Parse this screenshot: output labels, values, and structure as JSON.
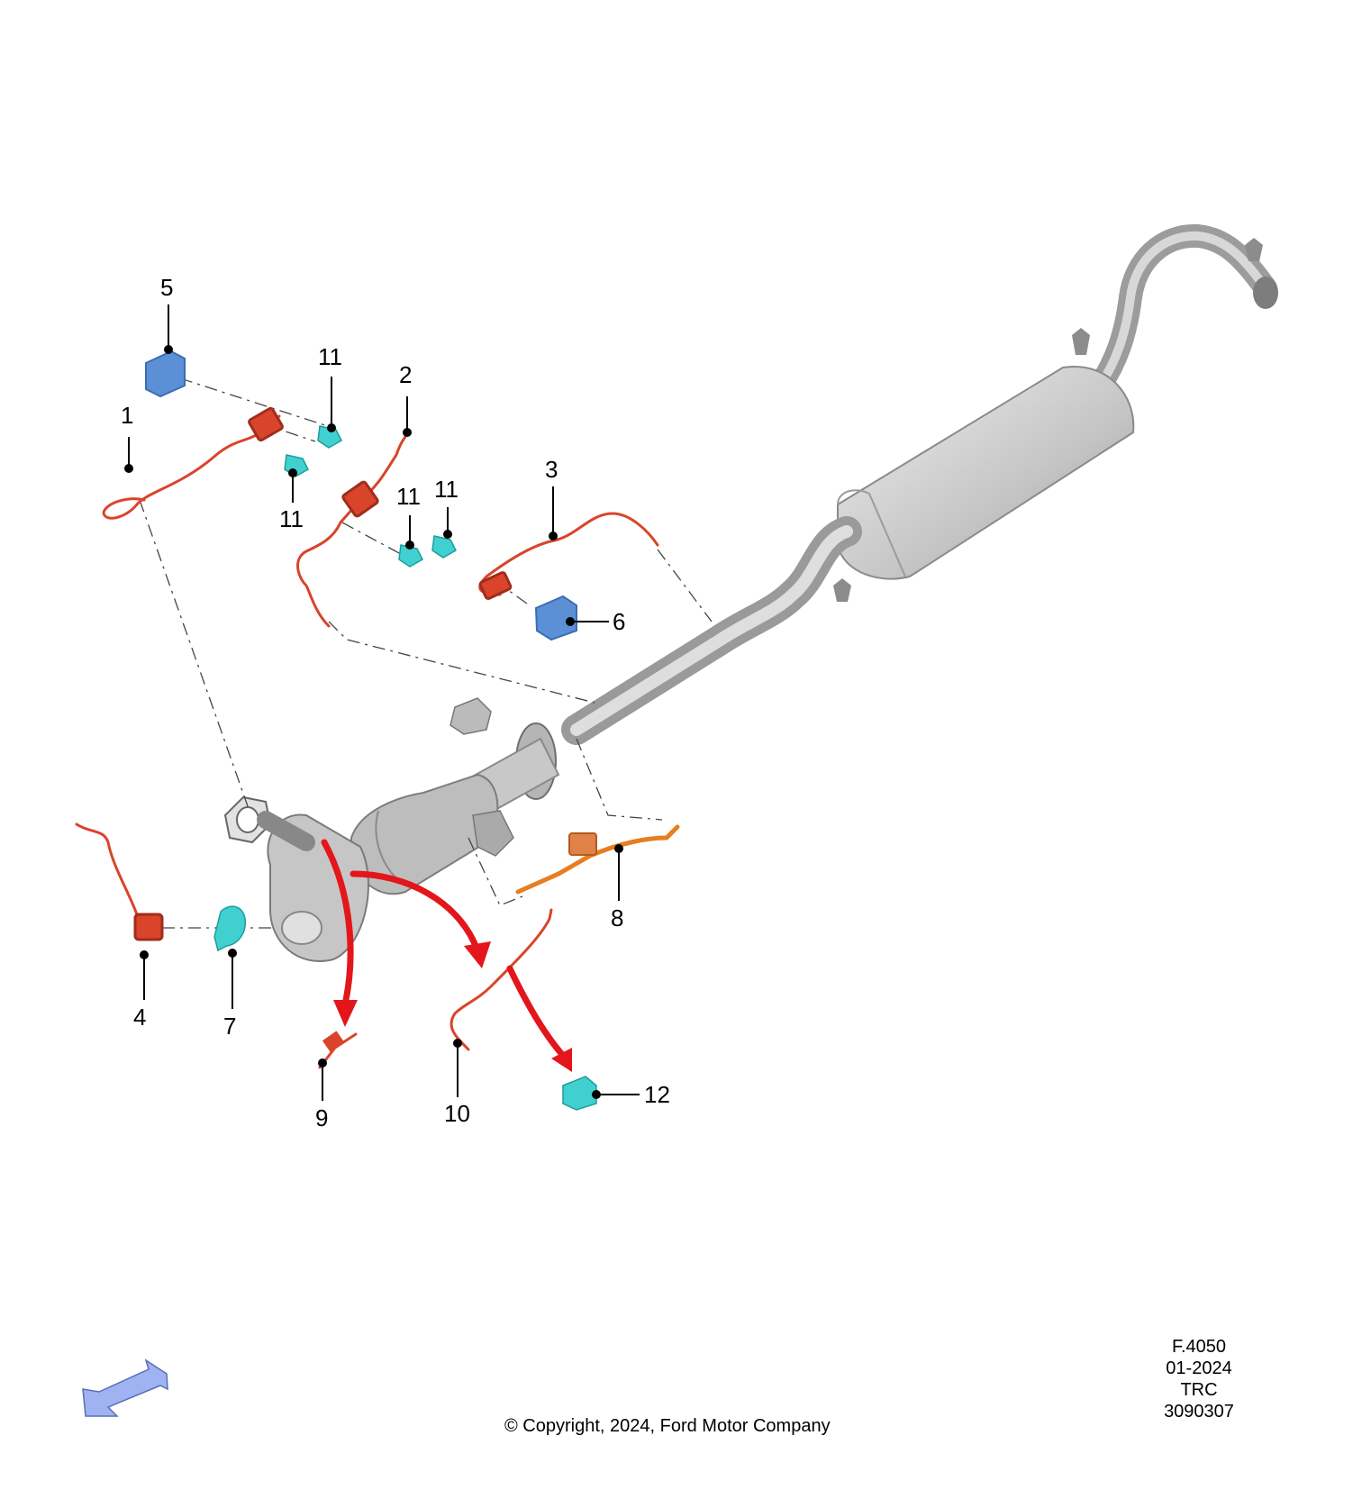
{
  "diagram": {
    "callouts": [
      {
        "id": "1",
        "label": "1"
      },
      {
        "id": "2",
        "label": "2"
      },
      {
        "id": "3",
        "label": "3"
      },
      {
        "id": "4",
        "label": "4"
      },
      {
        "id": "5",
        "label": "5"
      },
      {
        "id": "6",
        "label": "6"
      },
      {
        "id": "7",
        "label": "7"
      },
      {
        "id": "8",
        "label": "8"
      },
      {
        "id": "9",
        "label": "9"
      },
      {
        "id": "10",
        "label": "10"
      },
      {
        "id": "11a",
        "label": "11"
      },
      {
        "id": "11b",
        "label": "11"
      },
      {
        "id": "11c",
        "label": "11"
      },
      {
        "id": "11d",
        "label": "11"
      },
      {
        "id": "12",
        "label": "12"
      }
    ],
    "colors": {
      "harness": "#d9442b",
      "harness_light": "#e8603c",
      "sensor_orange": "#e67e22",
      "connector_blue": "#5b8fd6",
      "clip_cyan": "#40d0d0",
      "exhaust_gray": "#a9a9a9",
      "arrow_red": "#e3161b",
      "view_arrow": "#9fb3f2"
    }
  },
  "meta": {
    "code": "F.4050",
    "date": "01-2024",
    "region": "TRC",
    "number": "3090307"
  },
  "copyright": "© Copyright, 2024, Ford Motor Company"
}
